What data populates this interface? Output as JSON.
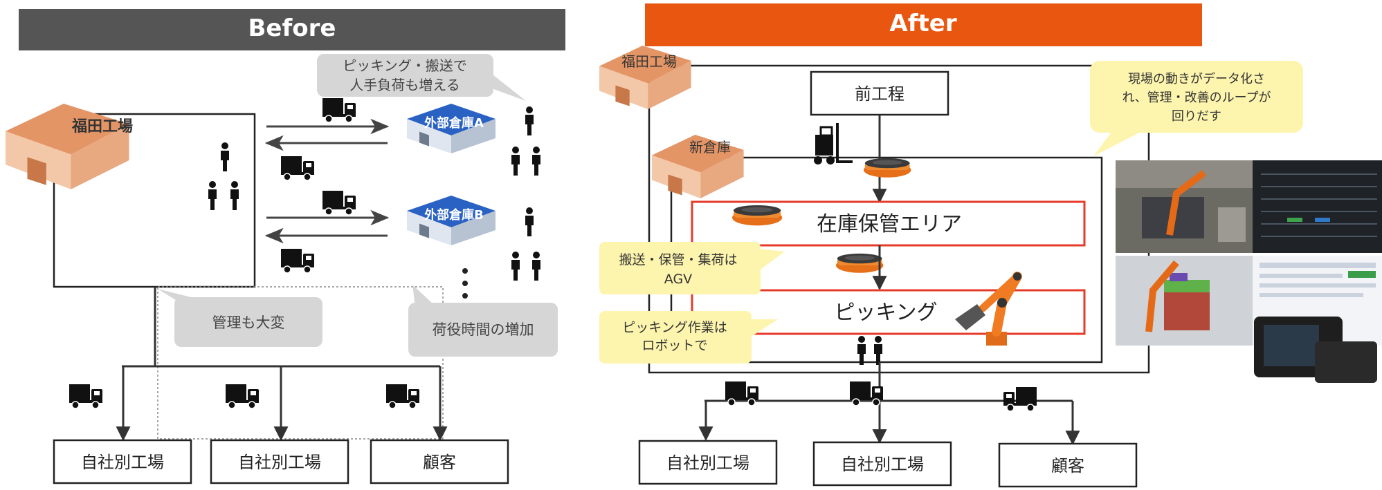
{
  "before": {
    "title": "Before",
    "factory_label": "福田工場",
    "warehouse_a_label": "外部倉庫A",
    "warehouse_b_label": "外部倉庫B",
    "callout_picking": [
      "ピッキング・搬送で",
      "人手負荷も増える"
    ],
    "callout_management": "管理も大変",
    "callout_handling": "荷役時間の増加",
    "destinations": [
      "自社別工場",
      "自社別工場",
      "顧客"
    ]
  },
  "after": {
    "title": "After",
    "factory_label": "福田工場",
    "new_warehouse_label": "新倉庫",
    "pre_process": "前工程",
    "storage_area": "在庫保管エリア",
    "picking": "ピッキング",
    "callout_agv": [
      "搬送・保管・集荷は",
      "AGV"
    ],
    "callout_robot": [
      "ピッキング作業は",
      "ロボットで"
    ],
    "callout_data": [
      "現場の動きがデータ化さ",
      "れ、管理・改善のループが",
      "回りだす"
    ],
    "destinations": [
      "自社別工場",
      "自社別工場",
      "顧客"
    ]
  },
  "colors": {
    "before_header": "#555555",
    "after_header": "#e8560f",
    "warehouse_roof": "#2a62c4",
    "building_roof": "#e49566",
    "area_outline": "#e53b2a",
    "callout_gray": "#d6d6d6",
    "callout_yellow": "#fdf4ad",
    "agv_orange": "#f07b22"
  }
}
